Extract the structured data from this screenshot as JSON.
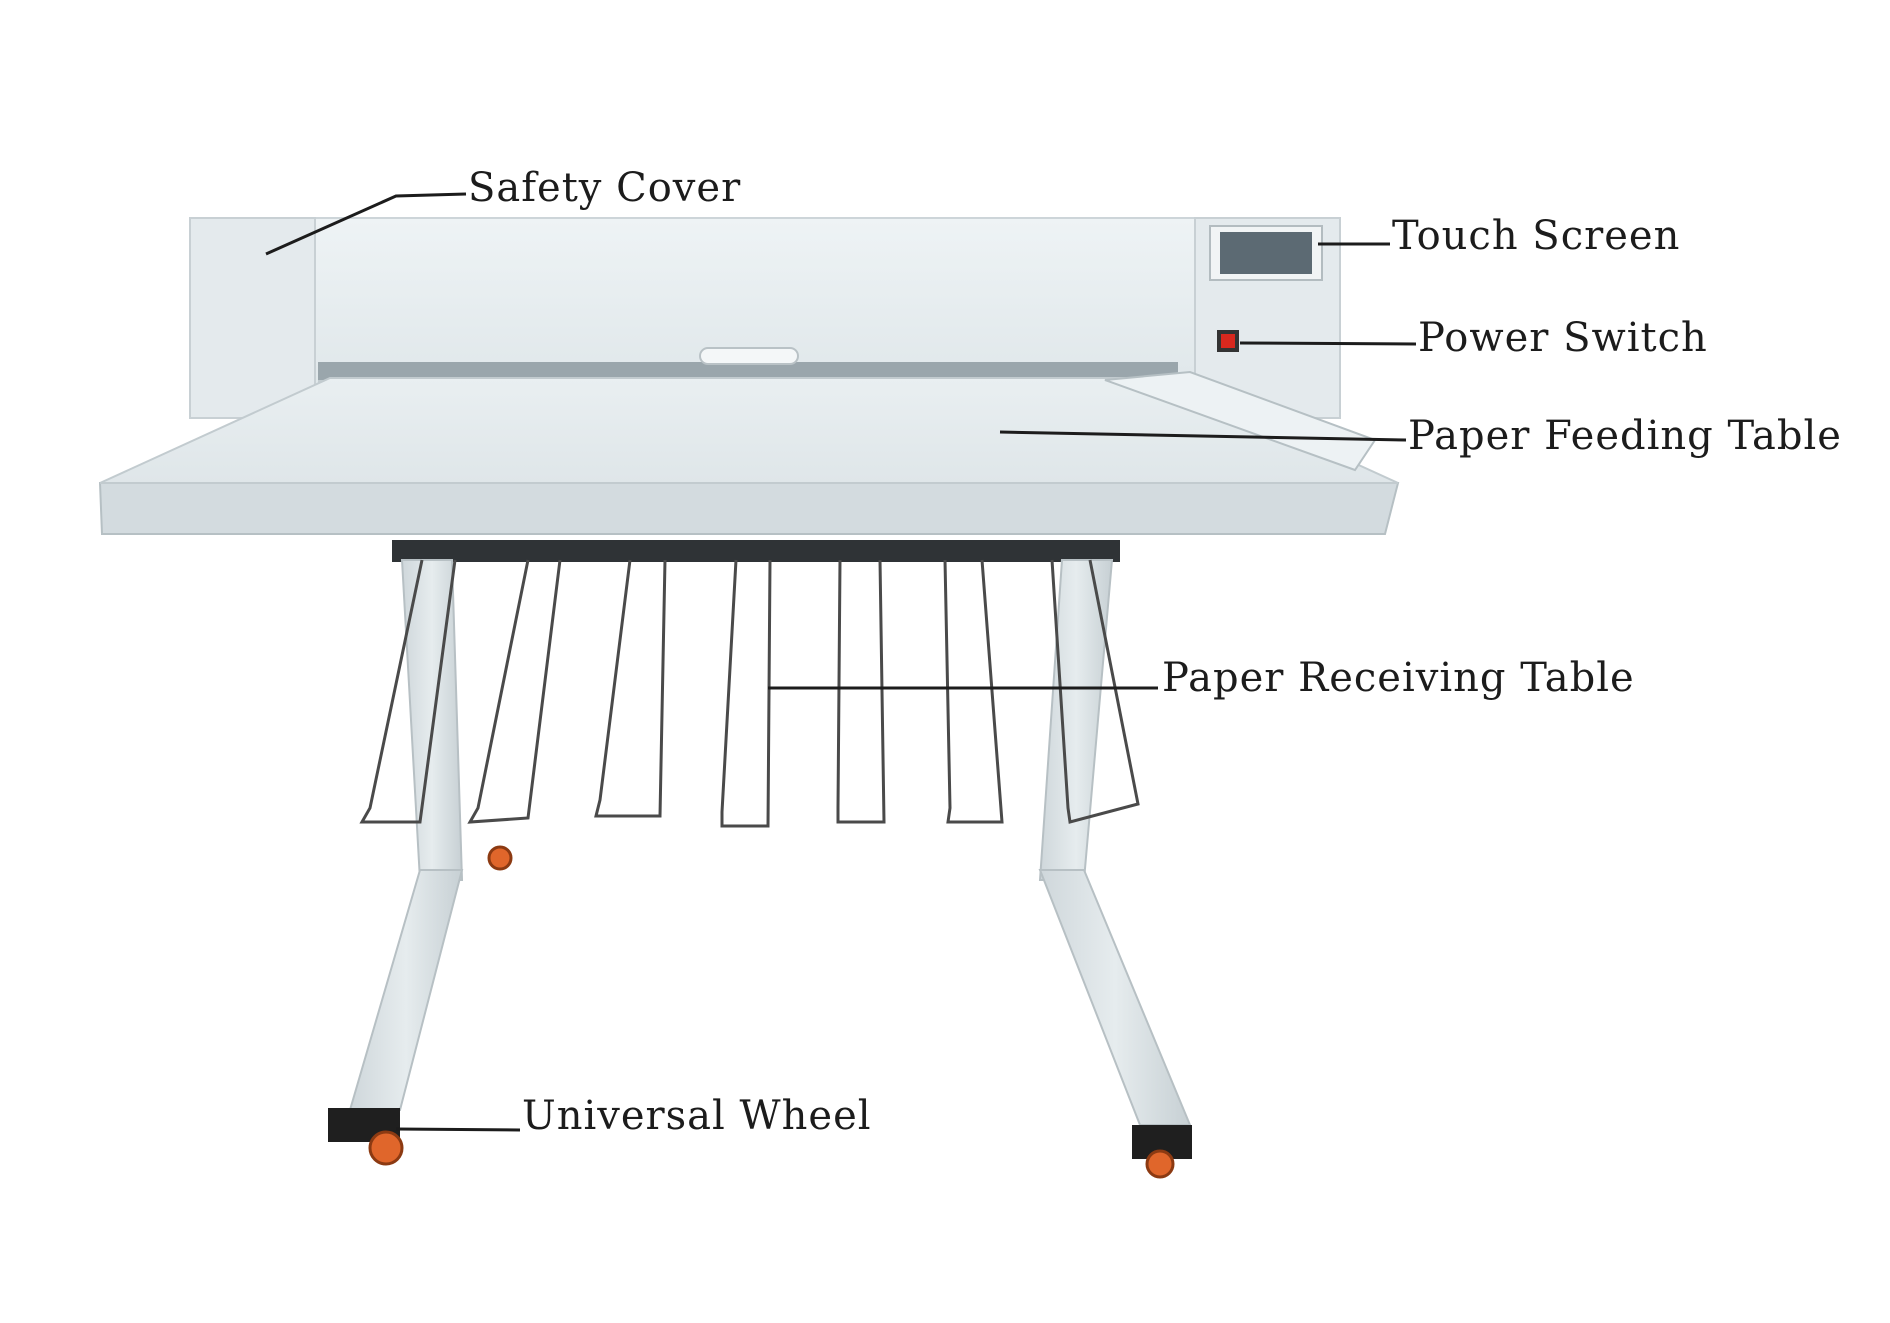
{
  "labels": {
    "safety_cover": "Safety Cover",
    "touch_screen": "Touch Screen",
    "power_switch": "Power Switch",
    "paper_feeding_table": "Paper Feeding Table",
    "paper_receiving_table": "Paper Receiving Table",
    "universal_wheel": "Universal Wheel"
  },
  "colors": {
    "machine_body": "#e8eef0",
    "machine_shadow": "#c9d2d6",
    "stand_metal": "#d9e0e3",
    "wire": "#4a4a4a",
    "wheel": "#e0662b",
    "power_switch": "#d8281e",
    "screen": "#5c6a73",
    "leader_line": "#1c1c1c"
  }
}
